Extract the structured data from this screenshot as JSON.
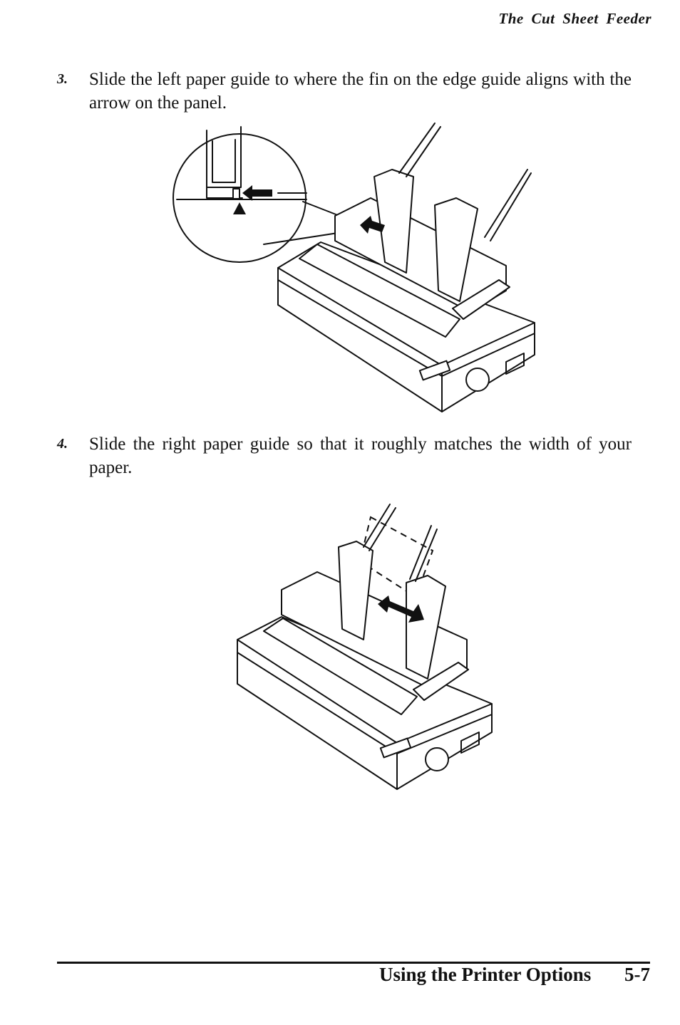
{
  "header": {
    "running_title": "The Cut Sheet Feeder"
  },
  "steps": [
    {
      "number": "3.",
      "text": "Slide the left paper guide to where the fin on the edge guide aligns with the arrow on the panel."
    },
    {
      "number": "4.",
      "text": "Slide the right paper guide so that it roughly matches the width of your paper."
    }
  ],
  "footer": {
    "section_title": "Using the Printer Options",
    "page_number": "5-7"
  }
}
